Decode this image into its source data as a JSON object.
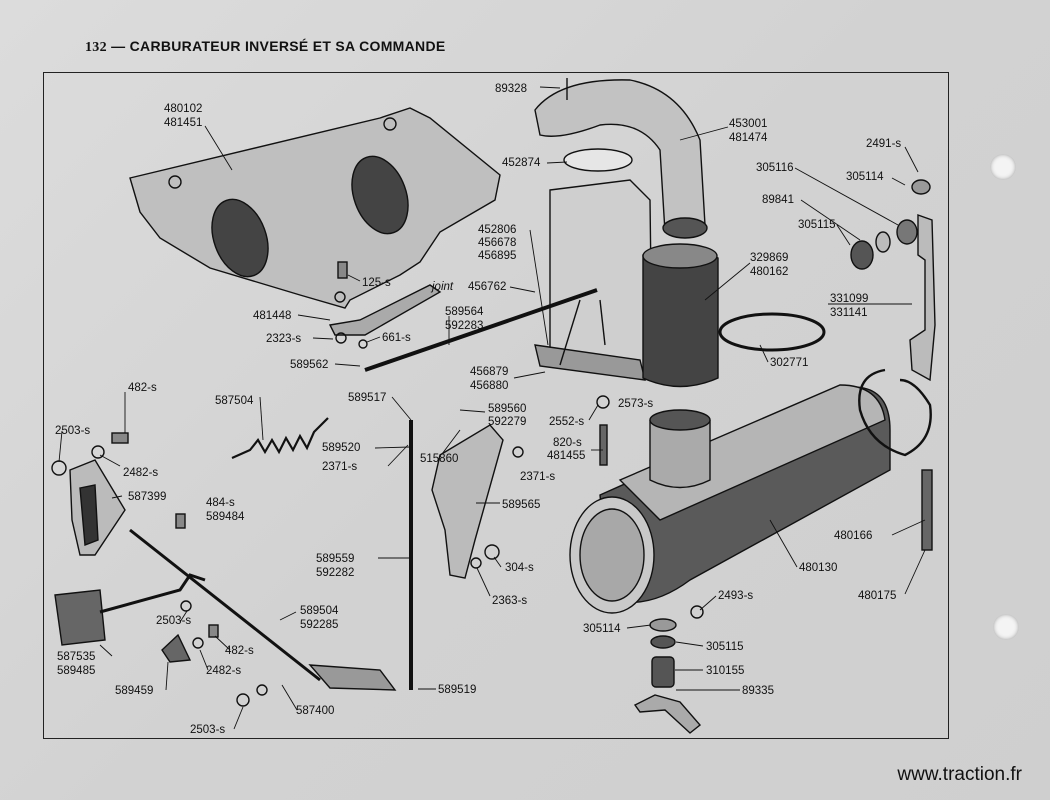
{
  "header": {
    "page_number": "132",
    "dash": "—",
    "title": "CARBURATEUR INVERSÉ ET SA COMMANDE"
  },
  "footer": {
    "watermark": "www.traction.fr"
  },
  "labels": {
    "l480102": "480102",
    "l481451": "481451",
    "l89328": "89328",
    "l453001": "453001",
    "l481474": "481474",
    "l452874": "452874",
    "l2491s": "2491-s",
    "l305116": "305116",
    "l305114a": "305114",
    "l89841": "89841",
    "l305115a": "305115",
    "l452806": "452806",
    "l456678": "456678",
    "l456895": "456895",
    "l329869": "329869",
    "l480162": "480162",
    "l125s": "125-s",
    "l456762": "456762",
    "l481448": "481448",
    "l589564": "589564",
    "l592283": "592283",
    "l2323s": "2323-s",
    "l661s": "661-s",
    "l331099": "331099",
    "l331141": "331141",
    "l302771": "302771",
    "l589562": "589562",
    "l456879": "456879",
    "l456880": "456880",
    "l482s_a": "482-s",
    "l587504": "587504",
    "l589517": "589517",
    "l589560": "589560",
    "l592279": "592279",
    "l2552s": "2552-s",
    "l2573s": "2573-s",
    "l2503s_a": "2503-s",
    "l589520": "589520",
    "l820s": "820-s",
    "l481455": "481455",
    "l2482s_a": "2482-s",
    "l2371s_a": "2371-s",
    "l515860": "515860",
    "l2371s_b": "2371-s",
    "l587399": "587399",
    "l484s": "484-s",
    "l589484": "589484",
    "l589565": "589565",
    "l480166": "480166",
    "l589559": "589559",
    "l592282": "592282",
    "l304s": "304-s",
    "l480130": "480130",
    "l2363s": "2363-s",
    "l480175": "480175",
    "l2493s": "2493-s",
    "l589504": "589504",
    "l592285": "592285",
    "l2503s_b": "2503-s",
    "l305114b": "305114",
    "l305115b": "305115",
    "l482s_b": "482-s",
    "l587535": "587535",
    "l589485": "589485",
    "l2482s_b": "2482-s",
    "l310155": "310155",
    "l589459": "589459",
    "l89335": "89335",
    "l589519": "589519",
    "l587400": "587400",
    "l2503s_c": "2503-s"
  },
  "joint_word": "joint",
  "colors": {
    "paper": "#d4d4d4",
    "ink": "#111111",
    "frame": "#222222"
  }
}
